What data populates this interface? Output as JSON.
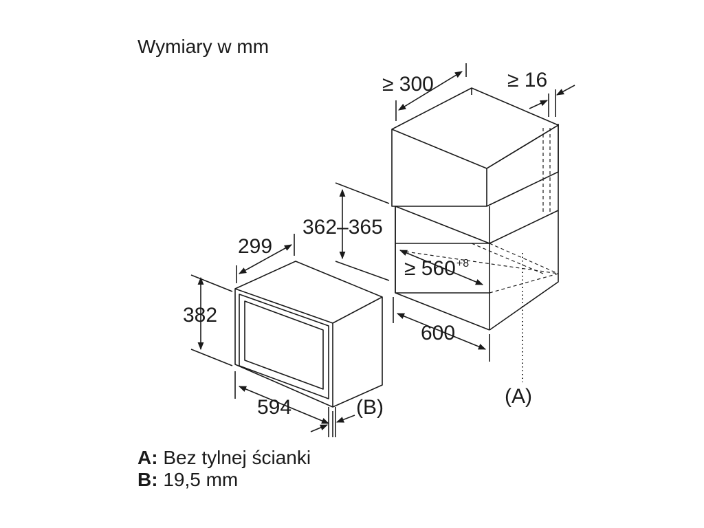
{
  "title": "Wymiary w mm",
  "dimensions": {
    "cab_depth": "≥ 300",
    "cab_gap": "≥ 16",
    "niche_height": "362–365",
    "niche_width": "≥ 560",
    "niche_width_tol": "+8",
    "cab_width": "600",
    "dev_depth": "299",
    "dev_height": "382",
    "dev_width": "594"
  },
  "markers": {
    "a": "(A)",
    "b": "(B)"
  },
  "legend": [
    {
      "key": "A:",
      "text": "Bez tylnej ścianki"
    },
    {
      "key": "B:",
      "text": "19,5 mm"
    }
  ],
  "colors": {
    "line": "#1a1a1a",
    "text": "#1a1a1a",
    "background": "#ffffff"
  }
}
